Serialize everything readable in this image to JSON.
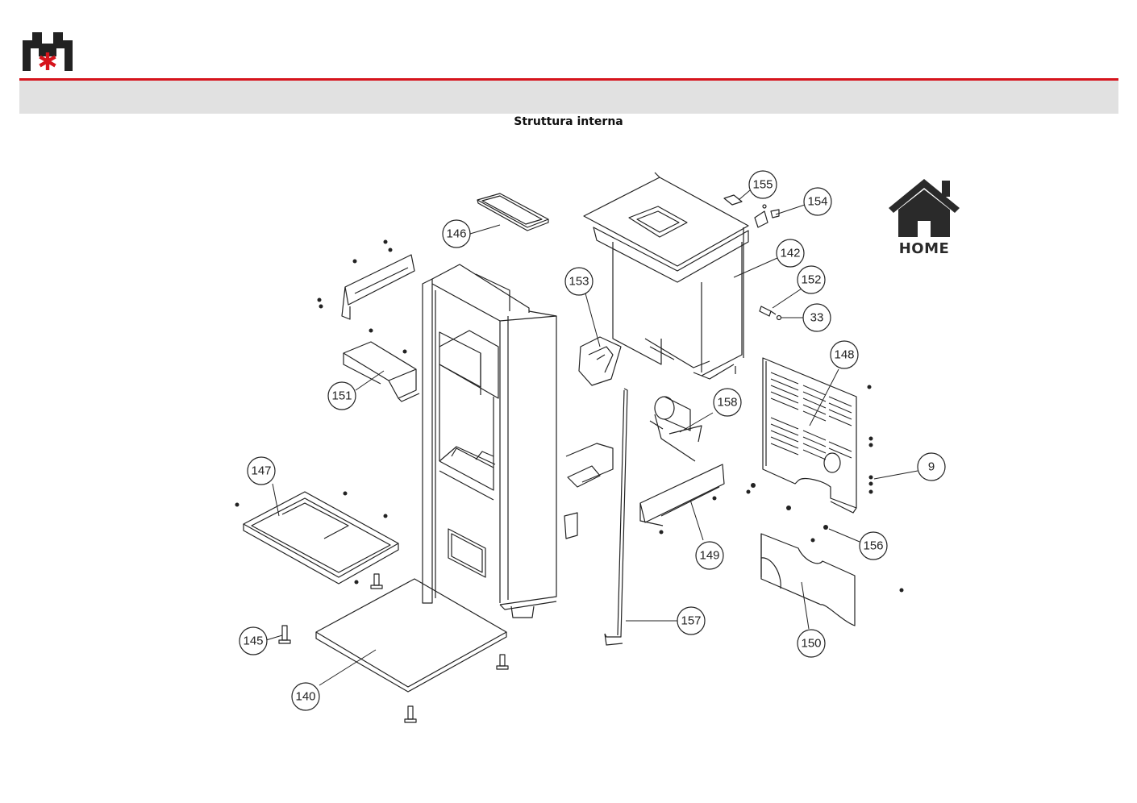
{
  "header": {
    "brand_color": "#d6141c",
    "band_color": "#e1e1e1"
  },
  "page": {
    "title": "Struttura interna"
  },
  "home_button": {
    "label": "HOME",
    "icon": "house-icon"
  },
  "callouts": [
    "155",
    "154",
    "146",
    "142",
    "153",
    "152",
    "33",
    "148",
    "151",
    "158",
    "147",
    "9",
    "156",
    "149",
    "157",
    "145",
    "150",
    "140"
  ]
}
